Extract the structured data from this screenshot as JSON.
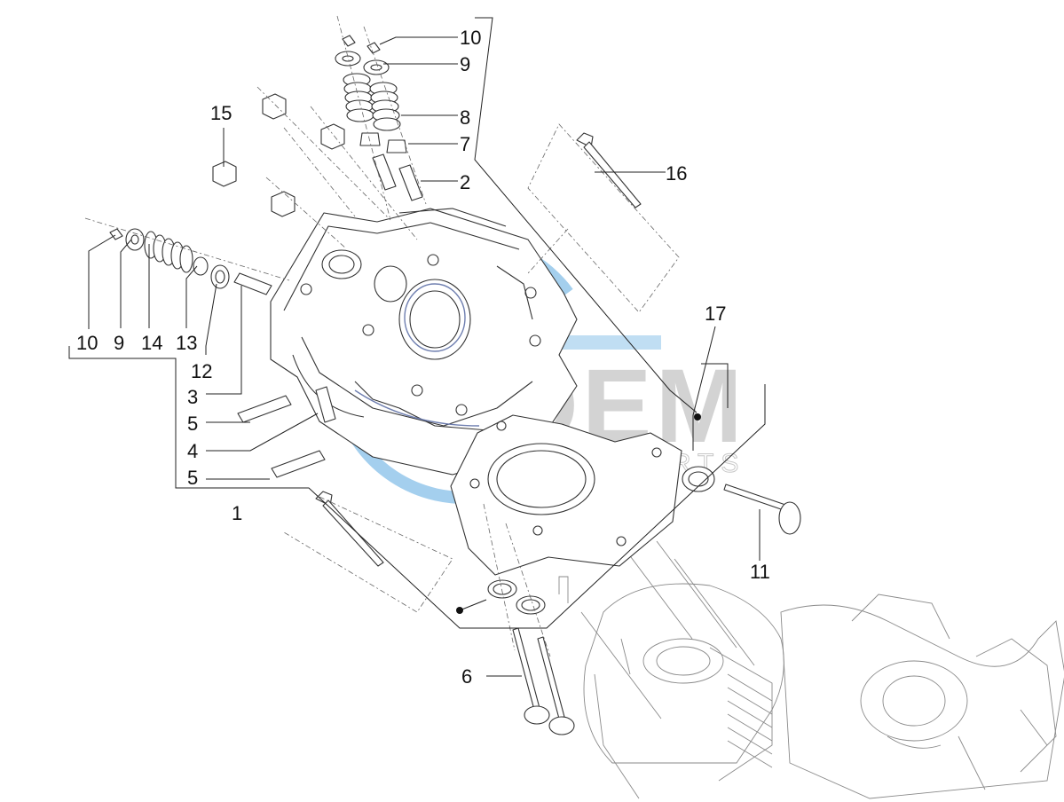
{
  "labels": {
    "p1": "1",
    "p2": "2",
    "p3": "3",
    "p4": "4",
    "p5a": "5",
    "p5b": "5",
    "p6": "6",
    "p7": "7",
    "p8": "8",
    "p9a": "9",
    "p9b": "9",
    "p10a": "10",
    "p10b": "10",
    "p11": "11",
    "p12": "12",
    "p13": "13",
    "p14": "14",
    "p15": "15",
    "p16": "16",
    "p17": "17"
  },
  "watermark": {
    "brand": "OEM",
    "sub": "MOTORPARTS"
  },
  "colors": {
    "line": "#222222",
    "watermark_blue": "#5aa8e0",
    "watermark_grey": "#9a9a9a"
  }
}
